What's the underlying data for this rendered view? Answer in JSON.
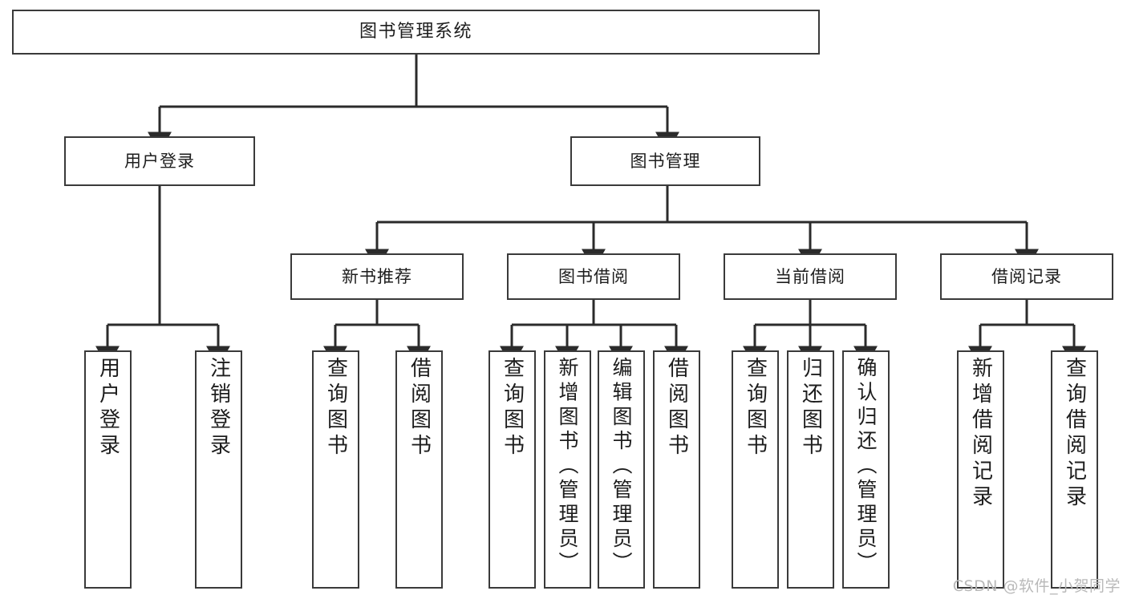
{
  "diagram": {
    "title": "图书管理系统",
    "type": "tree",
    "colors": {
      "box_border": "#3a3a3a",
      "box_fill": "#ffffff",
      "connector": "#2b2b2b",
      "text": "#1d1d1d",
      "watermark": "#b9b9b9"
    },
    "nodes": {
      "root": {
        "label": "图书管理系统"
      },
      "level2": [
        {
          "label": "用户登录"
        },
        {
          "label": "图书管理"
        }
      ],
      "level3": [
        {
          "label": "新书推荐"
        },
        {
          "label": "图书借阅"
        },
        {
          "label": "当前借阅"
        },
        {
          "label": "借阅记录"
        }
      ],
      "leaves": {
        "user_login": [
          {
            "label": "用户登录"
          },
          {
            "label": "注销登录"
          }
        ],
        "new_book_recommend": [
          {
            "label": "查询图书"
          },
          {
            "label": "借阅图书"
          }
        ],
        "book_borrow": [
          {
            "label": "查询图书"
          },
          {
            "label": "新增图书（管理员）"
          },
          {
            "label": "编辑图书（管理员）"
          },
          {
            "label": "借阅图书"
          }
        ],
        "current_borrow": [
          {
            "label": "查询图书"
          },
          {
            "label": "归还图书"
          },
          {
            "label": "确认归还（管理员）"
          }
        ],
        "borrow_record": [
          {
            "label": "新增借阅记录"
          },
          {
            "label": "查询借阅记录"
          }
        ]
      }
    },
    "watermark": "CSDN @软件_小贺同学"
  }
}
